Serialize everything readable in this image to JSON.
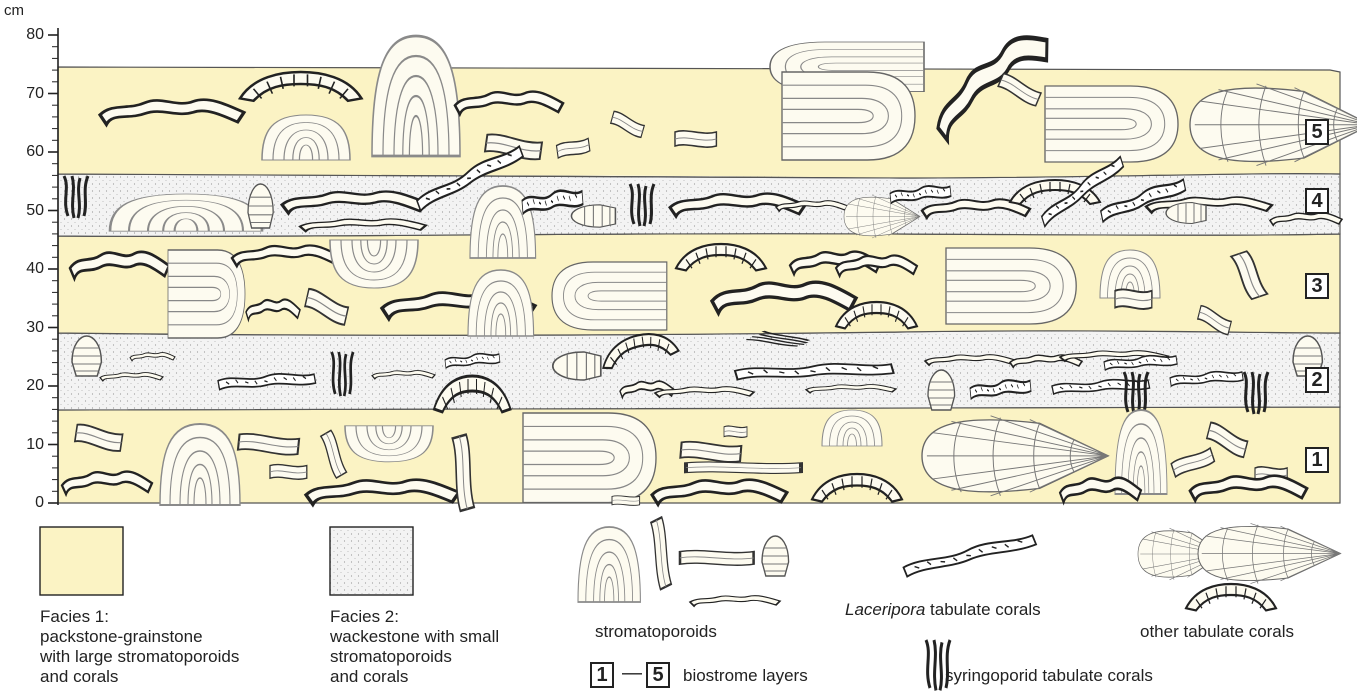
{
  "axis": {
    "unit": "cm",
    "ticks": [
      "0",
      "10",
      "20",
      "30",
      "40",
      "50",
      "60",
      "70",
      "80"
    ]
  },
  "layers": [
    {
      "number": "1",
      "facies": "Facies 1"
    },
    {
      "number": "2",
      "facies": "Facies 2"
    },
    {
      "number": "3",
      "facies": "Facies 1"
    },
    {
      "number": "4",
      "facies": "Facies 2"
    },
    {
      "number": "5",
      "facies": "Facies 1"
    }
  ],
  "colors": {
    "facies1": "#fbf3c4",
    "facies2": "#f1f1f1",
    "outline": "#222222",
    "stromatoporoid": "#8a8a8a"
  },
  "legend": {
    "facies1": "Facies 1:\npackstone-grainstone\nwith large stromatoporoids\nand corals",
    "facies2": "Facies 2:\nwackestone with small\nstromatoporoids\nand corals",
    "stromatoporoids": "stromatoporoids",
    "laceripora_italic": "Laceripora",
    "laceripora_rest": " tabulate corals",
    "other_tabulate": "other tabulate corals",
    "biostrome_first": "1",
    "biostrome_dash": "—",
    "biostrome_last": "5",
    "biostrome_label": "biostrome layers",
    "syringoporid": "syringoporid tabulate corals"
  },
  "icons": [
    "stromatoporoid-dome-icon",
    "stromatoporoid-fragment-icon",
    "laceripora-coral-icon",
    "tabulate-coral-icon",
    "syringoporid-coral-icon",
    "biostrome-number-icon"
  ]
}
